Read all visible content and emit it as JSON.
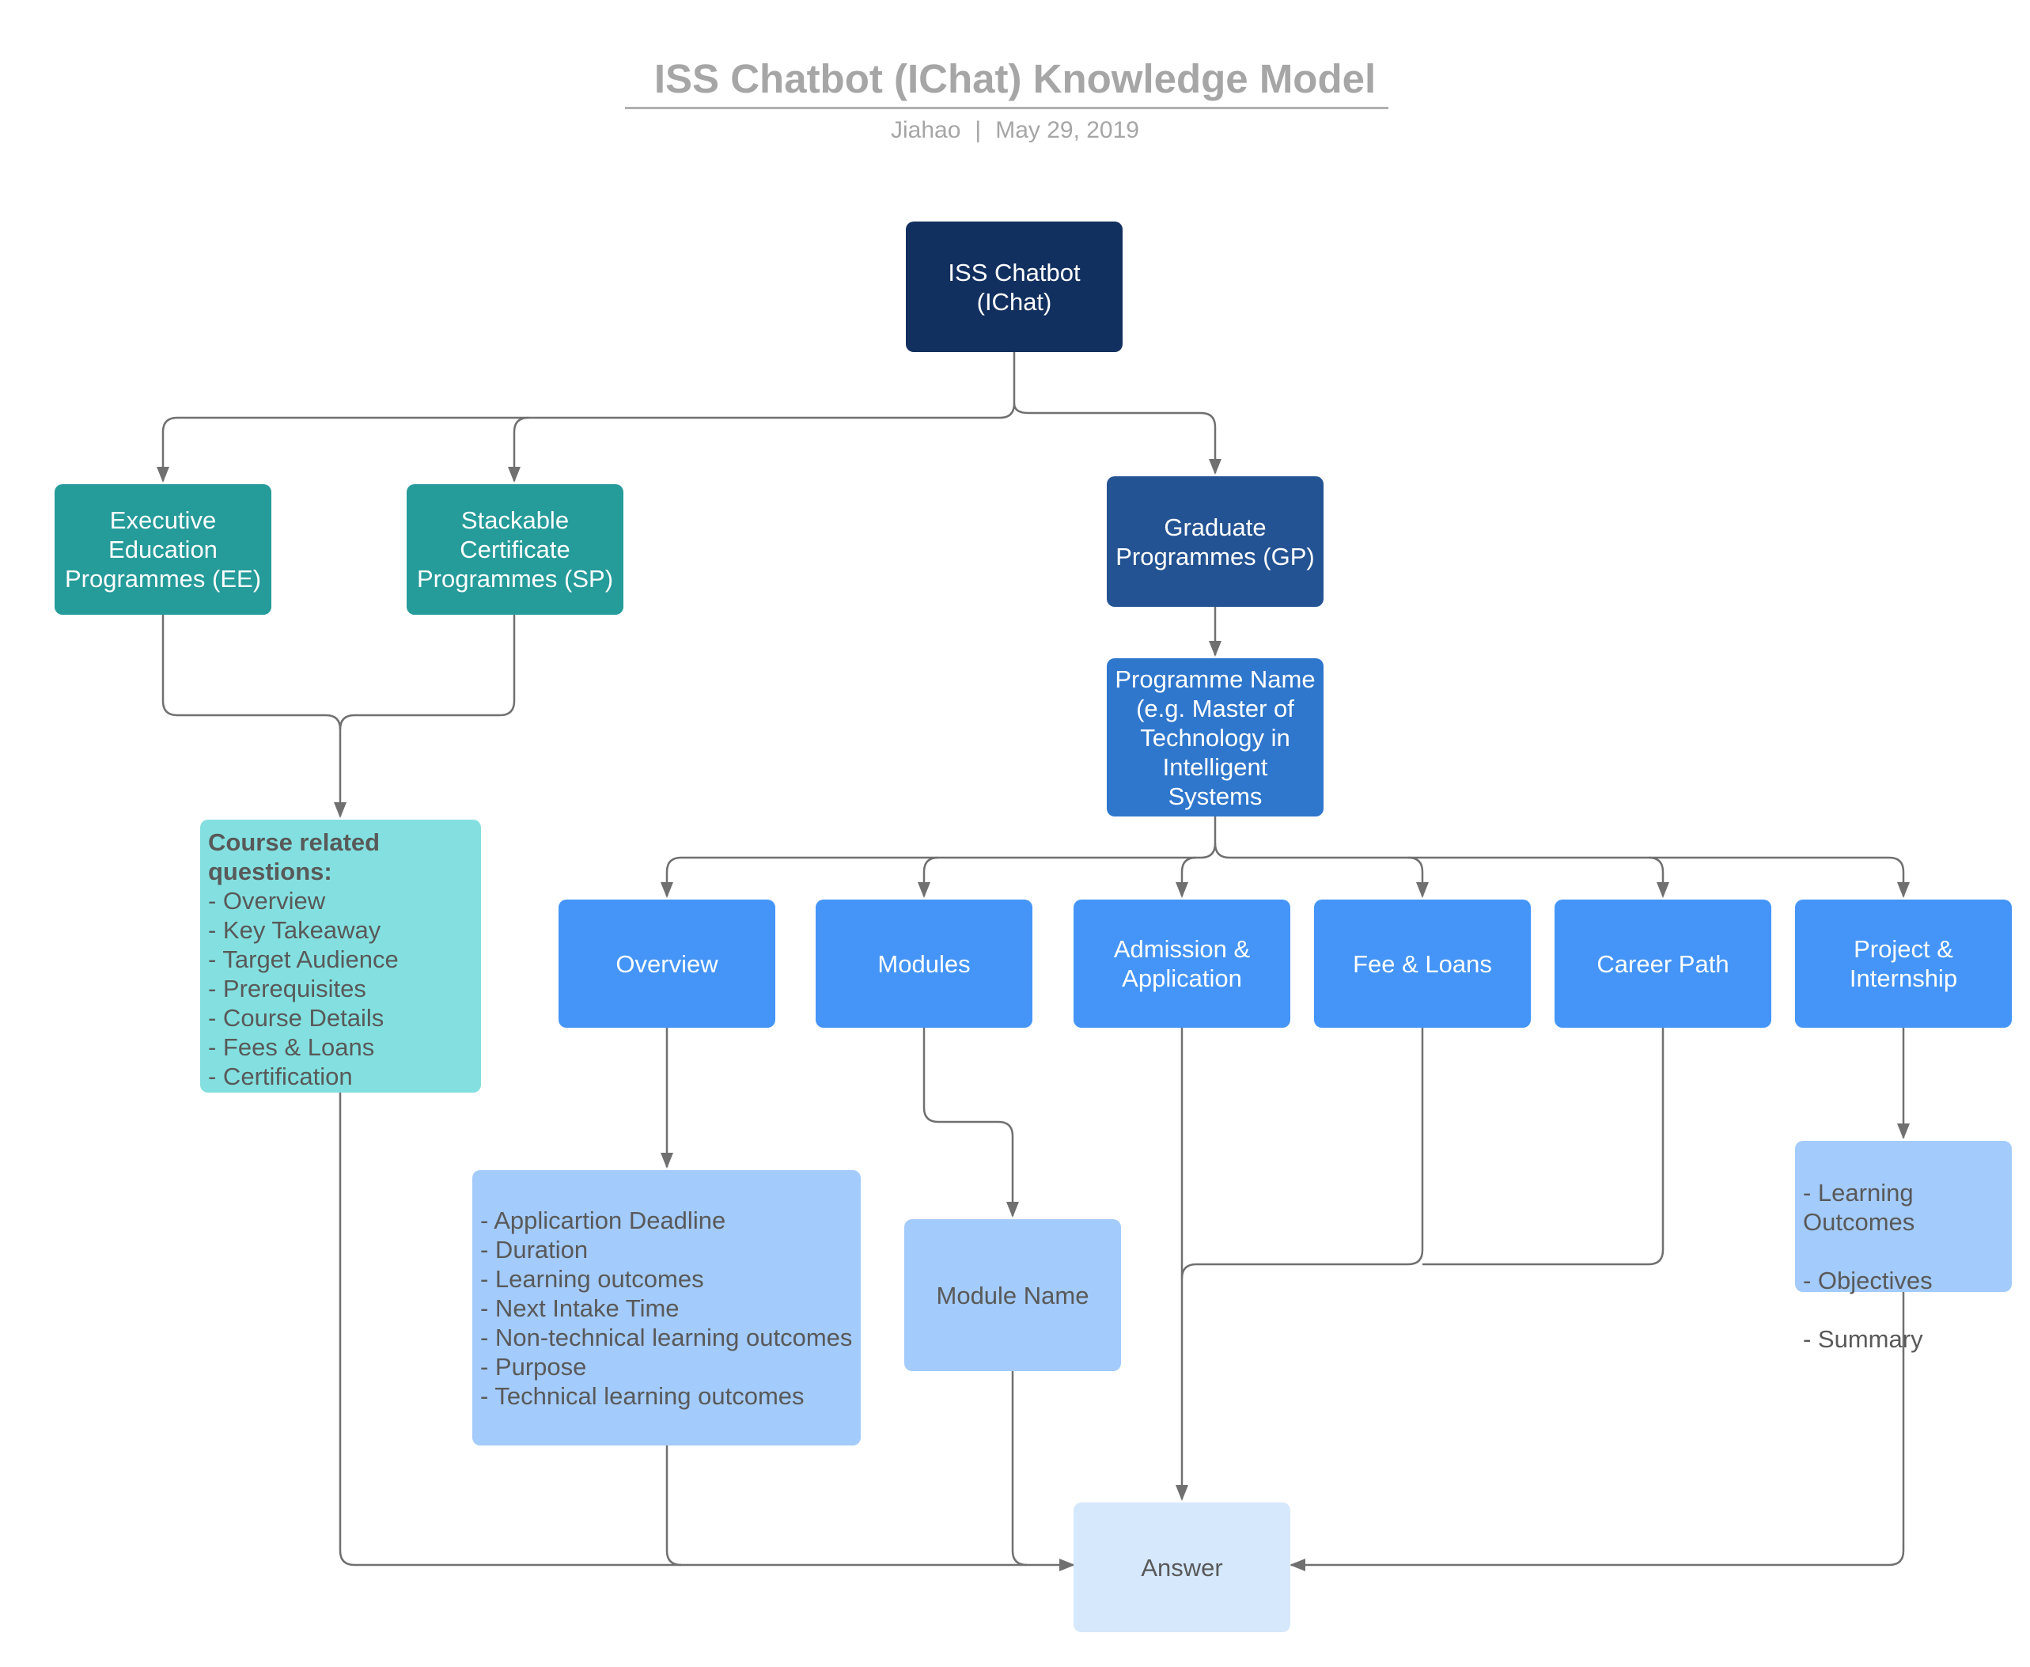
{
  "header": {
    "title": "ISS Chatbot (IChat) Knowledge Model",
    "author": "Jiahao",
    "separator": "|",
    "date": "May 29, 2019"
  },
  "colors": {
    "root": "#12305f",
    "ee_sp": "#259b9a",
    "gp": "#245393",
    "programme": "#2f77cc",
    "category": "#4495f7",
    "detail": "#a3cbfb",
    "course": "#84e0e0",
    "answer": "#d5e8fc",
    "connector": "#707070"
  },
  "nodes": {
    "root": "ISS Chatbot\n(IChat)",
    "ee": "Executive\nEducation\nProgrammes (EE)",
    "sp": "Stackable\nCertificate\nProgrammes (SP)",
    "gp": "Graduate\nProgrammes (GP)",
    "programme": "Programme Name\n(e.g. Master of\nTechnology in\nIntelligent\nSystems",
    "course": {
      "heading": "Course related\nquestions:",
      "items": [
        "- Overview",
        "- Key Takeaway",
        "- Target Audience",
        "- Prerequisites",
        "- Course Details",
        "- Fees & Loans",
        "- Certification"
      ]
    },
    "overview": "Overview",
    "modules": "Modules",
    "admission": "Admission &\nApplication",
    "fee": "Fee & Loans",
    "career": "Career Path",
    "project": "Project &\nInternship",
    "overview_details": {
      "items": [
        "- Applicartion Deadline",
        "- Duration",
        "- Learning outcomes",
        "- Next Intake Time",
        "- Non-technical learning outcomes",
        "- Purpose",
        "- Technical learning outcomes"
      ]
    },
    "module_name": "Module Name",
    "project_details": {
      "items": [
        "- Learning\nOutcomes",
        "- Objectives",
        "- Summary"
      ]
    },
    "answer": "Answer"
  }
}
